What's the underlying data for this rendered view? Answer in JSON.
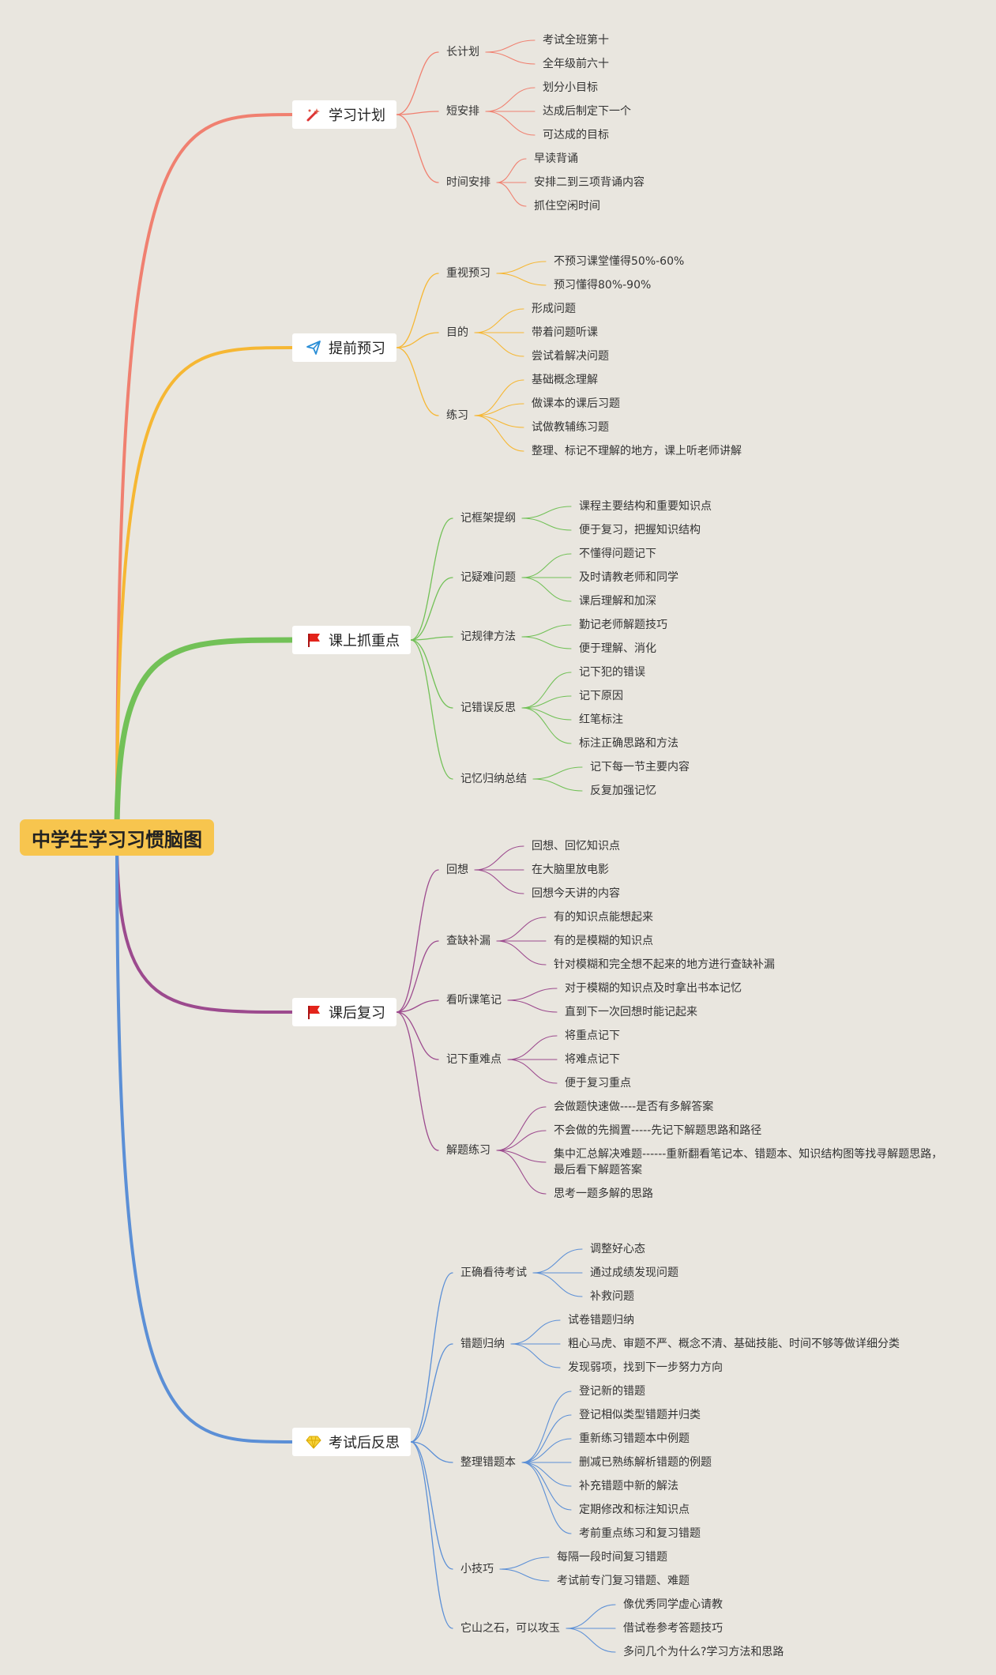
{
  "root": {
    "label": "中学生学习习惯脑图"
  },
  "branches": [
    {
      "label": "学习计划",
      "icon": "magic-wand-icon",
      "color": "#f08070",
      "children": [
        {
          "label": "长计划",
          "children": [
            "考试全班第十",
            "全年级前六十"
          ]
        },
        {
          "label": "短安排",
          "children": [
            "划分小目标",
            "达成后制定下一个",
            "可达成的目标"
          ]
        },
        {
          "label": "时间安排",
          "children": [
            "早读背诵",
            "安排二到三项背诵内容",
            "抓住空闲时间"
          ]
        }
      ]
    },
    {
      "label": "提前预习",
      "icon": "paper-plane-icon",
      "color": "#f6b733",
      "children": [
        {
          "label": "重视预习",
          "children": [
            "不预习课堂懂得50%-60%",
            "预习懂得80%-90%"
          ]
        },
        {
          "label": "目的",
          "children": [
            "形成问题",
            "带着问题听课",
            "尝试着解决问题"
          ]
        },
        {
          "label": "练习",
          "children": [
            "基础概念理解",
            "做课本的课后习题",
            "试做教辅练习题",
            "整理、标记不理解的地方，课上听老师讲解"
          ]
        }
      ]
    },
    {
      "label": "课上抓重点",
      "icon": "red-flag-icon",
      "color": "#72c157",
      "children": [
        {
          "label": "记框架提纲",
          "children": [
            "课程主要结构和重要知识点",
            "便于复习，把握知识结构"
          ]
        },
        {
          "label": "记疑难问题",
          "children": [
            "不懂得问题记下",
            "及时请教老师和同学",
            "课后理解和加深"
          ]
        },
        {
          "label": "记规律方法",
          "children": [
            "勤记老师解题技巧",
            "便于理解、消化"
          ]
        },
        {
          "label": "记错误反思",
          "children": [
            "记下犯的错误",
            "记下原因",
            "红笔标注",
            "标注正确思路和方法"
          ]
        },
        {
          "label": "记忆归纳总结",
          "children": [
            "记下每一节主要内容",
            "反复加强记忆"
          ]
        }
      ]
    },
    {
      "label": "课后复习",
      "icon": "red-flag-icon",
      "color": "#9c4a8e",
      "children": [
        {
          "label": "回想",
          "children": [
            "回想、回忆知识点",
            "在大脑里放电影",
            "回想今天讲的内容"
          ]
        },
        {
          "label": "查缺补漏",
          "children": [
            "有的知识点能想起来",
            "有的是模糊的知识点",
            "针对模糊和完全想不起来的地方进行查缺补漏"
          ]
        },
        {
          "label": "看听课笔记",
          "children": [
            "对于模糊的知识点及时拿出书本记忆",
            "直到下一次回想时能记起来"
          ]
        },
        {
          "label": "记下重难点",
          "children": [
            "将重点记下",
            "将难点记下",
            "便于复习重点"
          ]
        },
        {
          "label": "解题练习",
          "children": [
            "会做题快速做----是否有多解答案",
            "不会做的先搁置-----先记下解题思路和路径",
            "集中汇总解决难题------重新翻看笔记本、错题本、知识结构图等找寻解题思路，\n最后看下解题答案",
            "思考一题多解的思路"
          ]
        }
      ]
    },
    {
      "label": "考试后反思",
      "icon": "diamond-icon",
      "color": "#5b8fd6",
      "children": [
        {
          "label": "正确看待考试",
          "children": [
            "调整好心态",
            "通过成绩发现问题",
            "补救问题"
          ]
        },
        {
          "label": "错题归纳",
          "children": [
            "试卷错题归纳",
            "粗心马虎、审题不严、概念不清、基础技能、时间不够等做详细分类",
            "发现弱项，找到下一步努力方向"
          ]
        },
        {
          "label": "整理错题本",
          "children": [
            "登记新的错题",
            "登记相似类型错题并归类",
            "重新练习错题本中例题",
            "删减已熟练解析错题的例题",
            "补充错题中新的解法",
            "定期修改和标注知识点",
            "考前重点练习和复习错题"
          ]
        },
        {
          "label": "小技巧",
          "children": [
            "每隔一段时间复习错题",
            "考试前专门复习错题、难题"
          ]
        },
        {
          "label": "它山之石，可以攻玉",
          "children": [
            "像优秀同学虚心请教",
            "借试卷参考答题技巧",
            "多问几个为什么?学习方法和思路"
          ]
        }
      ]
    }
  ],
  "colors": {
    "background": "#e9e6df",
    "root_fill": "#f7c54e",
    "node_fill": "#ffffff"
  }
}
